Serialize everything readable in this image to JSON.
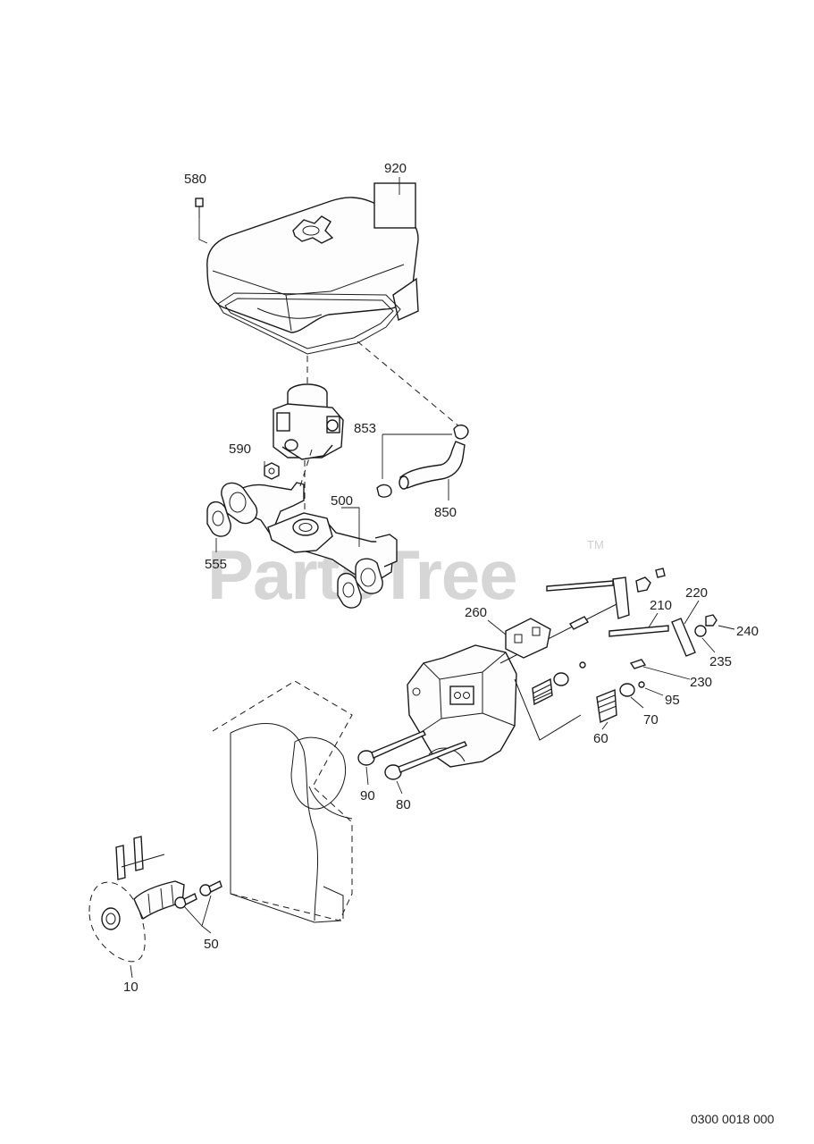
{
  "watermark": {
    "text": "PartsTree",
    "tm": "TM"
  },
  "document_number": "0300 0018 000",
  "callouts": {
    "c580": "580",
    "c920": "920",
    "c853": "853",
    "c590": "590",
    "c500": "500",
    "c850": "850",
    "c555": "555",
    "c260": "260",
    "c210": "210",
    "c220": "220",
    "c240": "240",
    "c235": "235",
    "c230": "230",
    "c95": "95",
    "c70": "70",
    "c60": "60",
    "c90": "90",
    "c80": "80",
    "c50": "50",
    "c10": "10"
  }
}
